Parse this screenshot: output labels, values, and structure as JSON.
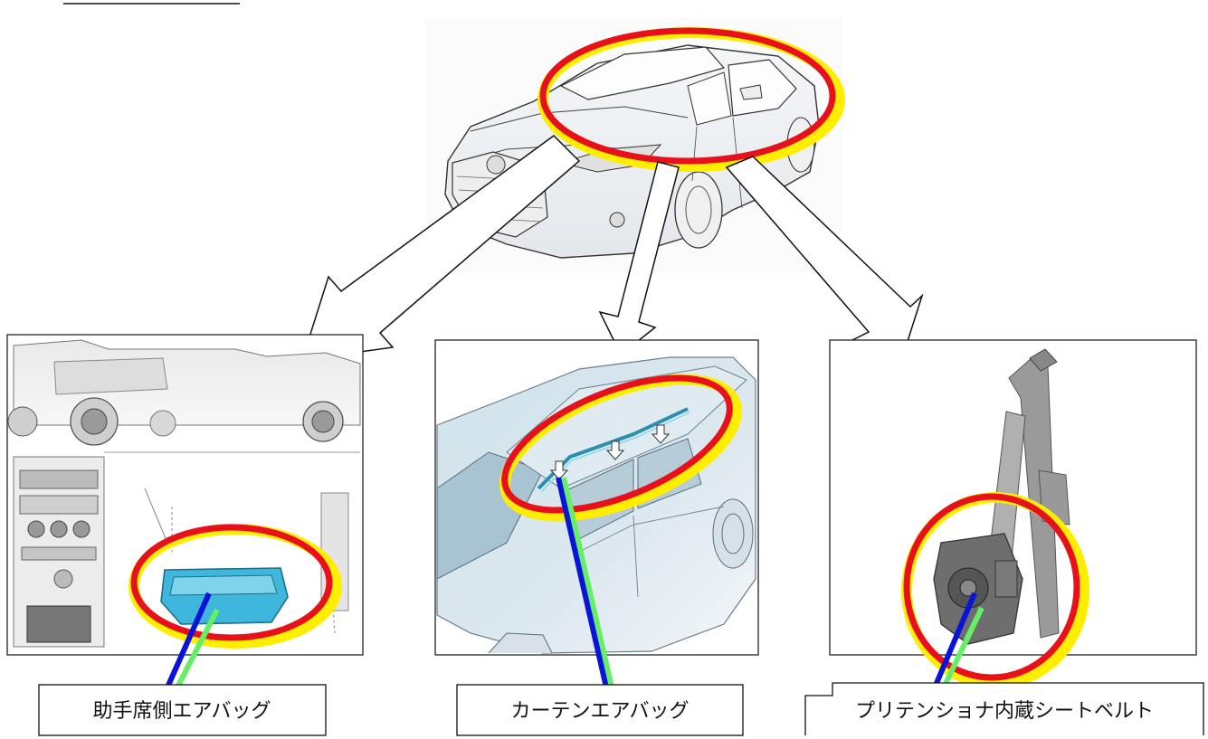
{
  "labels": {
    "passenger_airbag": "助手席側エアバッグ",
    "curtain_airbag": "カーテンエアバッグ",
    "pretensioner_seatbelt": "プリテンショナ内蔵シートベルト"
  },
  "colors": {
    "highlight_outer": "#ffee00",
    "highlight_inner": "#e8101a",
    "leader_blue": "#0a14d8",
    "leader_green": "#66ee66",
    "airbag_module": "#3fb6dc"
  }
}
